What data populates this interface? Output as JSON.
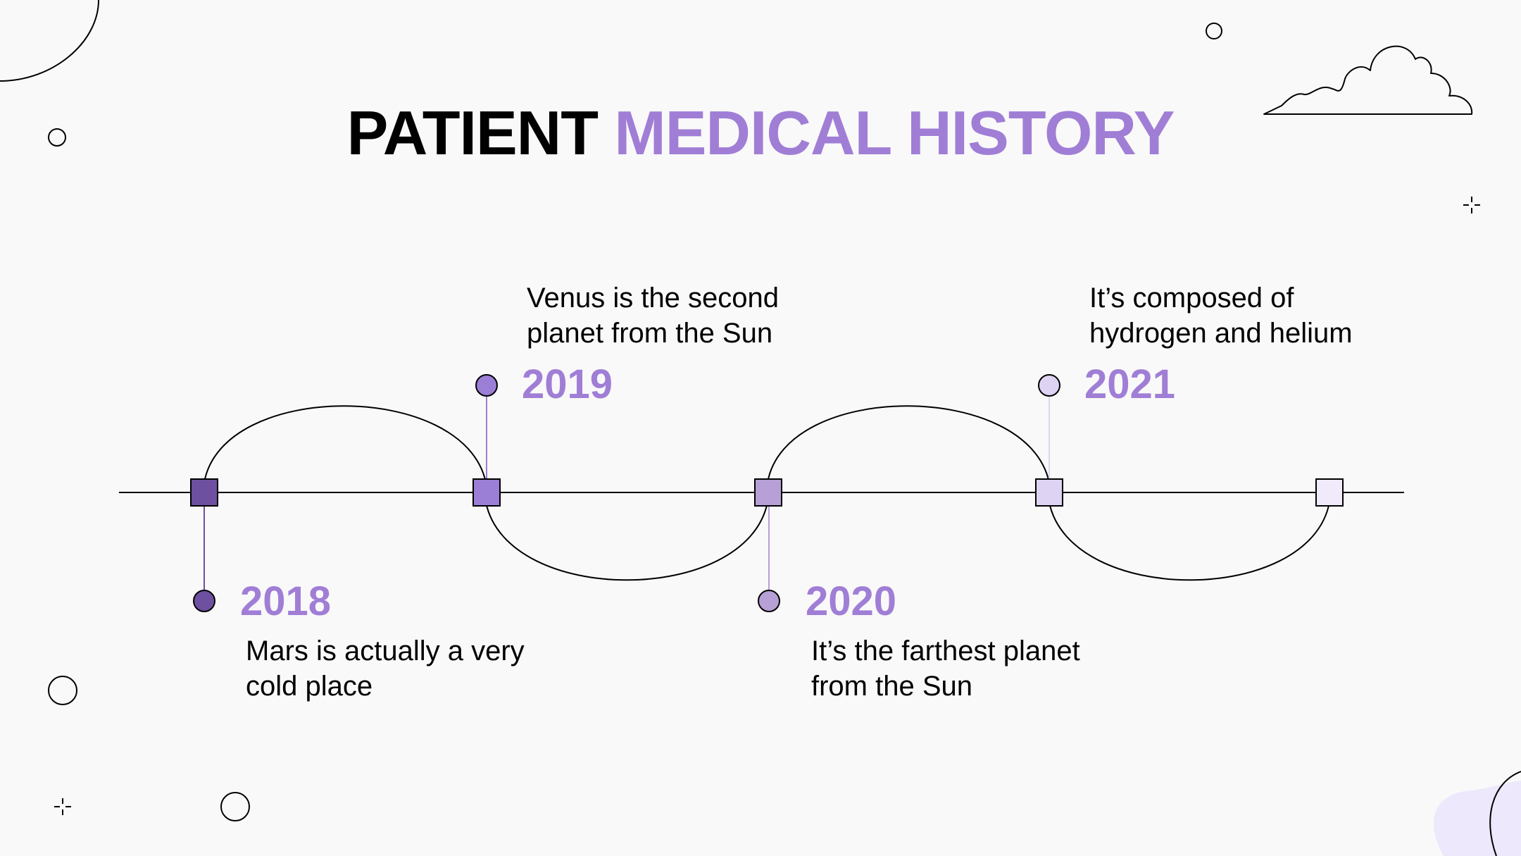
{
  "title": {
    "part1": "PATIENT",
    "part2": "MEDICAL HISTORY"
  },
  "colors": {
    "background": "#f9f9f9",
    "accent": "#a07ed6",
    "text": "#000000",
    "node_2018": "#6e50a0",
    "node_2019": "#9b7fd6",
    "node_2020": "#b6a0d6",
    "node_2021": "#dfd3f3",
    "node_end": "#f0eafb",
    "blob": "#ede8fb"
  },
  "timeline": {
    "events": [
      {
        "year": "2018",
        "line1": "Mars is actually a very",
        "line2": "cold place"
      },
      {
        "year": "2019",
        "line1": "Venus is the second",
        "line2": "planet from the Sun"
      },
      {
        "year": "2020",
        "line1": "It’s the farthest planet",
        "line2": "from the Sun"
      },
      {
        "year": "2021",
        "line1": "It’s composed of",
        "line2": "hydrogen and helium"
      }
    ]
  }
}
